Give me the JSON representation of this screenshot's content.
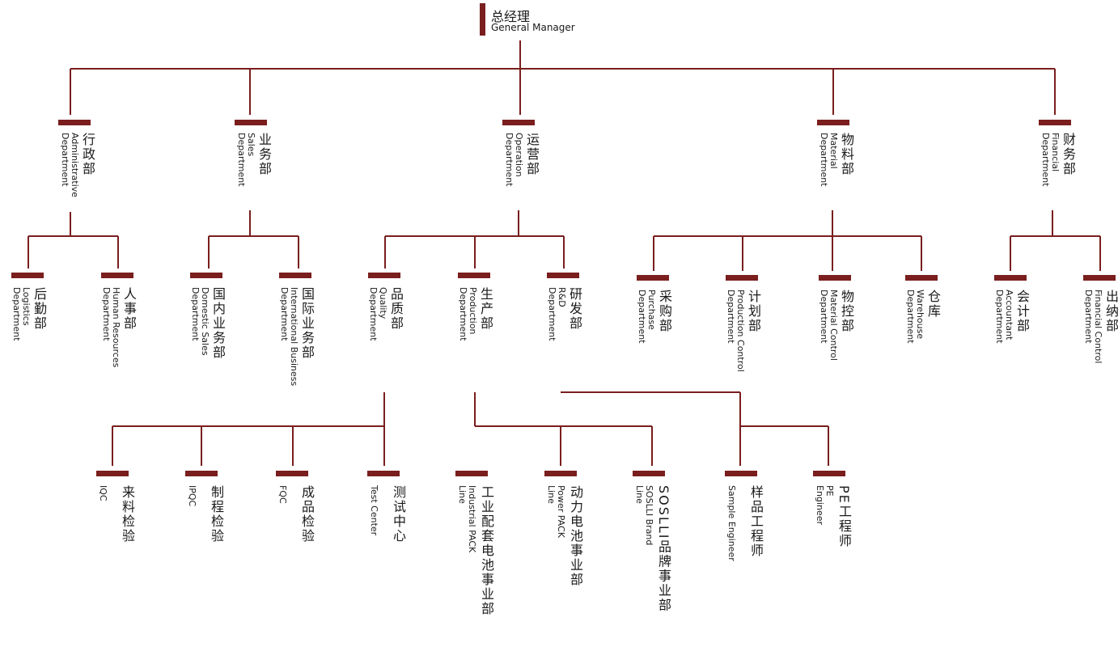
{
  "root": {
    "cn": "总经理",
    "en": "General Manager"
  },
  "departments": [
    {
      "id": "admin",
      "cn": "行政部",
      "en": [
        "Administrative",
        "Department"
      ]
    },
    {
      "id": "sales",
      "cn": "业务部",
      "en": [
        "Sales",
        "Department"
      ]
    },
    {
      "id": "operation",
      "cn": "运营部",
      "en": [
        "Operation",
        "Department"
      ]
    },
    {
      "id": "material",
      "cn": "物料部",
      "en": [
        "Material",
        "Department"
      ]
    },
    {
      "id": "financial",
      "cn": "财务部",
      "en": [
        "Financial",
        "Department"
      ]
    }
  ],
  "subdepartments": [
    {
      "id": "logistics",
      "cn": "后勤部",
      "en": [
        "Logistics",
        "Department"
      ]
    },
    {
      "id": "hr",
      "cn": "人事部",
      "en": [
        "Human Resources",
        "Department"
      ]
    },
    {
      "id": "domestic",
      "cn": "国内业务部",
      "en": [
        "Domestic Sales",
        "Department"
      ]
    },
    {
      "id": "intl",
      "cn": "国际业务部",
      "en": [
        "International Business",
        "Department"
      ]
    },
    {
      "id": "quality",
      "cn": "品质部",
      "en": [
        "Quality",
        "Department"
      ]
    },
    {
      "id": "production",
      "cn": "生产部",
      "en": [
        "Production",
        "Department"
      ]
    },
    {
      "id": "rd",
      "cn": "研发部",
      "en": [
        "R&D",
        "Department"
      ]
    },
    {
      "id": "purchase",
      "cn": "采购部",
      "en": [
        "Purchase",
        "Department"
      ]
    },
    {
      "id": "prodctrl",
      "cn": "计划部",
      "en": [
        "Production Control",
        "Department"
      ]
    },
    {
      "id": "matctrl",
      "cn": "物控部",
      "en": [
        "Material Control",
        "Department"
      ]
    },
    {
      "id": "warehouse",
      "cn": "仓库",
      "en": [
        "Warehouse",
        "Department"
      ]
    },
    {
      "id": "accountant",
      "cn": "会计部",
      "en": [
        "Accountant",
        "Department"
      ]
    },
    {
      "id": "fincontrol",
      "cn": "出纳部",
      "en": [
        "Financial Control",
        "Department"
      ]
    }
  ],
  "leaves": [
    {
      "id": "iqc",
      "cn": "来料检验",
      "en": [
        "IQC"
      ]
    },
    {
      "id": "ipqc",
      "cn": "制程检验",
      "en": [
        "IPQC"
      ]
    },
    {
      "id": "fqc",
      "cn": "成品检验",
      "en": [
        "FQC"
      ]
    },
    {
      "id": "test",
      "cn": "测试中心",
      "en": [
        "Test Center"
      ]
    },
    {
      "id": "industrial",
      "cn": "工业配套电池事业部",
      "en": [
        "Industrial PACK",
        "Line"
      ]
    },
    {
      "id": "power",
      "cn": "动力电池事业部",
      "en": [
        "Power PACK",
        "Line"
      ]
    },
    {
      "id": "soslli",
      "cn": "SOSLLI品牌事业部",
      "en": [
        "SOSLLI Brand",
        "Line"
      ]
    },
    {
      "id": "sample",
      "cn": "样品工程师",
      "en": [
        "Sample Engineer"
      ]
    },
    {
      "id": "pe",
      "cn": "PE工程师",
      "en": [
        "PE",
        "Engineer"
      ]
    }
  ],
  "colors": {
    "accent": "#7a1e1e",
    "text": "#1a1a1a"
  }
}
